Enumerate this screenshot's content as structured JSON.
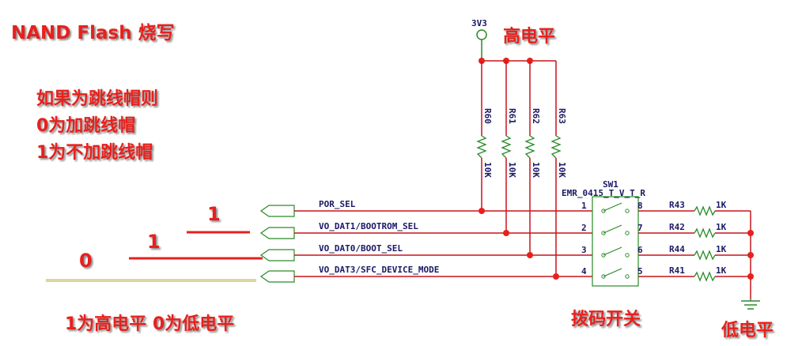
{
  "title": "NAND Flash 烧写",
  "rules": [
    "如果为跳线帽则",
    "0为加跳线帽",
    "1为不加跳线帽"
  ],
  "legend": "1为高电平 0为低电平",
  "labels": {
    "high": "高电平",
    "low": "低电平",
    "switch": "拨码开关"
  },
  "power": "3V3",
  "signals": [
    "POR_SEL",
    "VO_DAT1/BOOTROM_SEL",
    "VO_DAT0/BOOT_SEL",
    "VO_DAT3/SFC_DEVICE_MODE"
  ],
  "values": [
    "1",
    "1",
    "0"
  ],
  "pullups": [
    {
      "ref": "R60",
      "value": "10K"
    },
    {
      "ref": "R61",
      "value": "10K"
    },
    {
      "ref": "R62",
      "value": "10K"
    },
    {
      "ref": "R63",
      "value": "10K"
    }
  ],
  "switch": {
    "ref": "SW1",
    "part": "EMR_0415_T_V_T_R",
    "left_pins": [
      "1",
      "2",
      "3",
      "4"
    ],
    "right_pins": [
      "8",
      "7",
      "6",
      "5"
    ]
  },
  "pulldowns": [
    {
      "ref": "R43",
      "value": "1K"
    },
    {
      "ref": "R42",
      "value": "1K"
    },
    {
      "ref": "R44",
      "value": "1K"
    },
    {
      "ref": "R41",
      "value": "1K"
    }
  ],
  "colors": {
    "annotation": "#e8201c",
    "wire": "#c8141c",
    "symbol": "#2a8a2a",
    "text": "#1a1a66",
    "underline0": "#d8d8a0"
  }
}
